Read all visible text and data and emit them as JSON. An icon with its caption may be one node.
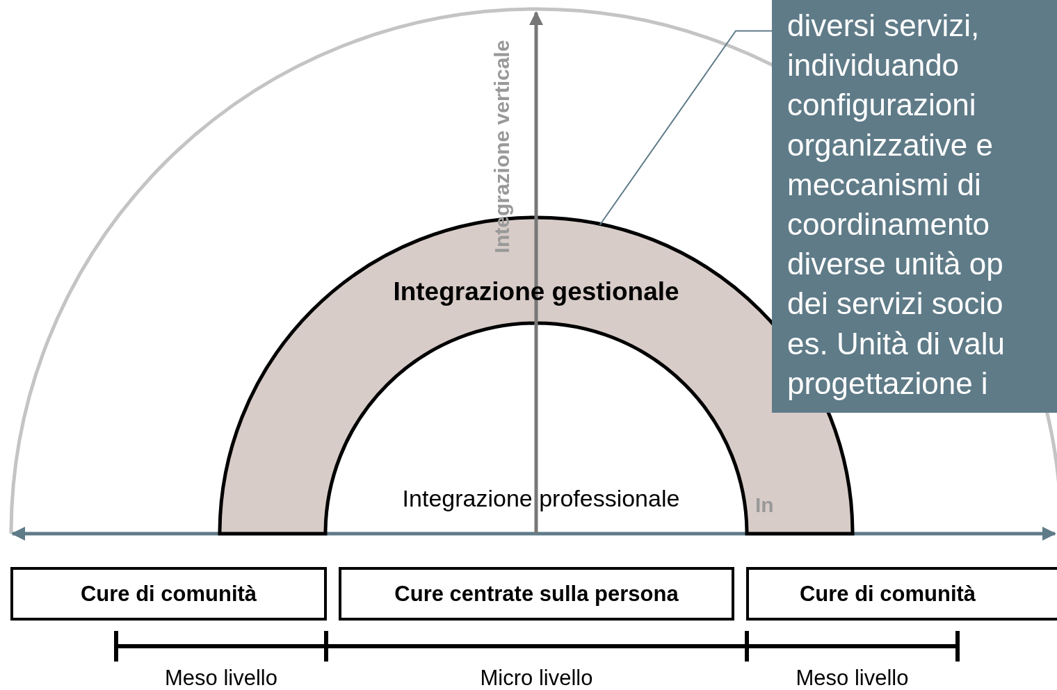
{
  "diagram": {
    "nodes": [
      {
        "text": [
          "diversi servizi, individuando configurazioni organizzative e meccanismi di coordinamento diverse unità op dei servizi socio es. Unità di valu progettazione i"
        ]
      },
      {
        "text": [
          "Integrazione gestionale"
        ]
      },
      {
        "text": [
          "Cure di comunità"
        ]
      },
      {
        "text": [
          "Cure centrate sulla persona"
        ]
      },
      {
        "text": [
          "Cure di comunità"
        ]
      }
    ],
    "edges": [
      {
        "from": 0,
        "to": 1,
        "arrow": "none"
      }
    ],
    "labels": [
      "Integrazione verticale",
      "Integrazione professionale",
      "In",
      "Meso livello",
      "Micro livello",
      "Meso livello"
    ]
  }
}
